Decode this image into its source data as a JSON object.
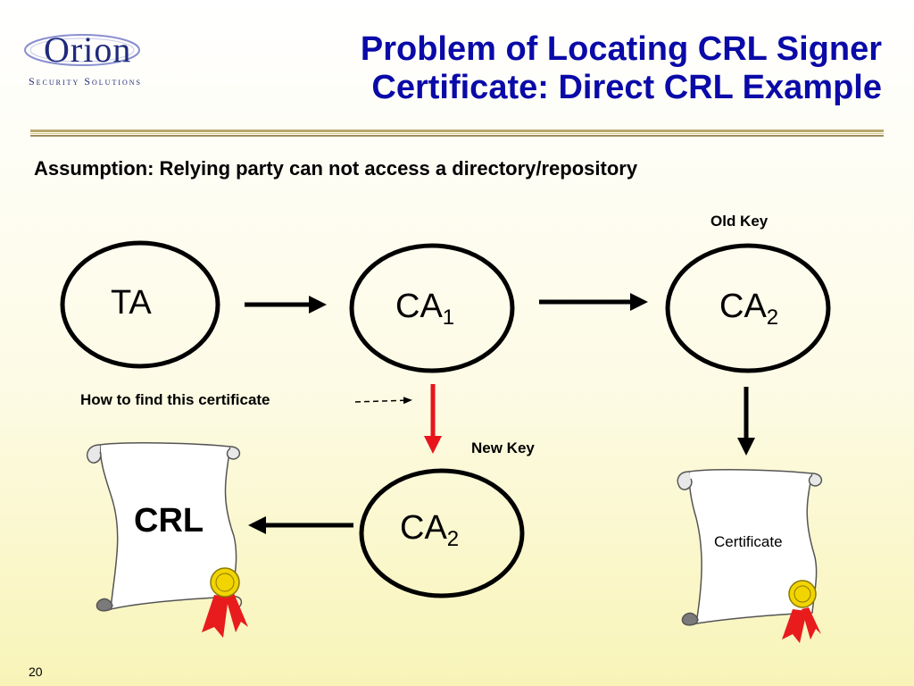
{
  "logo": {
    "word": "Orion",
    "subtitle": "Security Solutions"
  },
  "title": {
    "line1": "Problem of Locating CRL Signer",
    "line2": "Certificate: Direct CRL Example"
  },
  "assumption": "Assumption: Relying party can not access a directory/repository",
  "nodes": {
    "ta": {
      "label": "TA"
    },
    "ca1": {
      "label": "CA",
      "sub": "1"
    },
    "ca2_top": {
      "label": "CA",
      "sub": "2"
    },
    "ca2_bottom": {
      "label": "CA",
      "sub": "2"
    }
  },
  "labels": {
    "old_key": "Old Key",
    "new_key": "New Key",
    "how_to_find": "How to find this certificate"
  },
  "documents": {
    "crl": "CRL",
    "certificate": "Certificate"
  },
  "page_number": "20",
  "colors": {
    "title": "#0a0aa8",
    "red_arrow": "#e8141c",
    "seal": "#f2d400",
    "ribbon": "#e81c1c"
  }
}
